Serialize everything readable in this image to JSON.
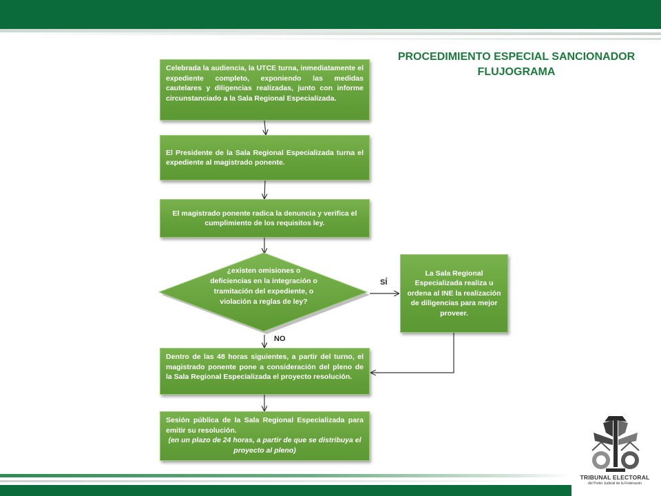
{
  "header": {
    "title_line1": "PROCEDIMIENTO ESPECIAL SANCIONADOR",
    "title_line2": "FLUJOGRAMA",
    "accent_color": "#0c6b3a",
    "title_color": "#1b7a3c",
    "node_color": "#66a23b"
  },
  "flow": {
    "step1": "Celebrada la audiencia, la UTCE turna, inmediatamente el expediente completo, exponiendo las medidas cautelares y diligencias realizadas, junto con informe circunstanciado a la Sala Regional Especializada.",
    "step2": "El Presidente de la Sala Regional Especializada turna el expediente al magistrado ponente.",
    "step3": "El magistrado ponente radica la denuncia y verifica el cumplimiento de los requisitos ley.",
    "decision": "¿existen omisiones o deficiencias en la integración o tramitación del expediente, o violación a reglas de ley?",
    "yes_label": "SÍ",
    "no_label": "NO",
    "yes_step": "La Sala Regional Especializada realiza u ordena al INE la realización de diligencias para mejor proveer.",
    "step5": "Dentro de las 48 horas siguientes, a partir del turno, el magistrado ponente pone a consideración del pleno de la Sala Regional Especializada el proyecto resolución.",
    "step6_main": "Sesión pública de la Sala Regional Especializada para emitir su resolución.",
    "step6_note": "(en un plazo de 24 horas, a partir de que se distribuya el proyecto al pleno)"
  },
  "logo": {
    "line1": "TRIBUNAL ELECTORAL",
    "line2": "del Poder Judicial de la Federación",
    "icon": "scales-of-justice-emblem-icon"
  }
}
